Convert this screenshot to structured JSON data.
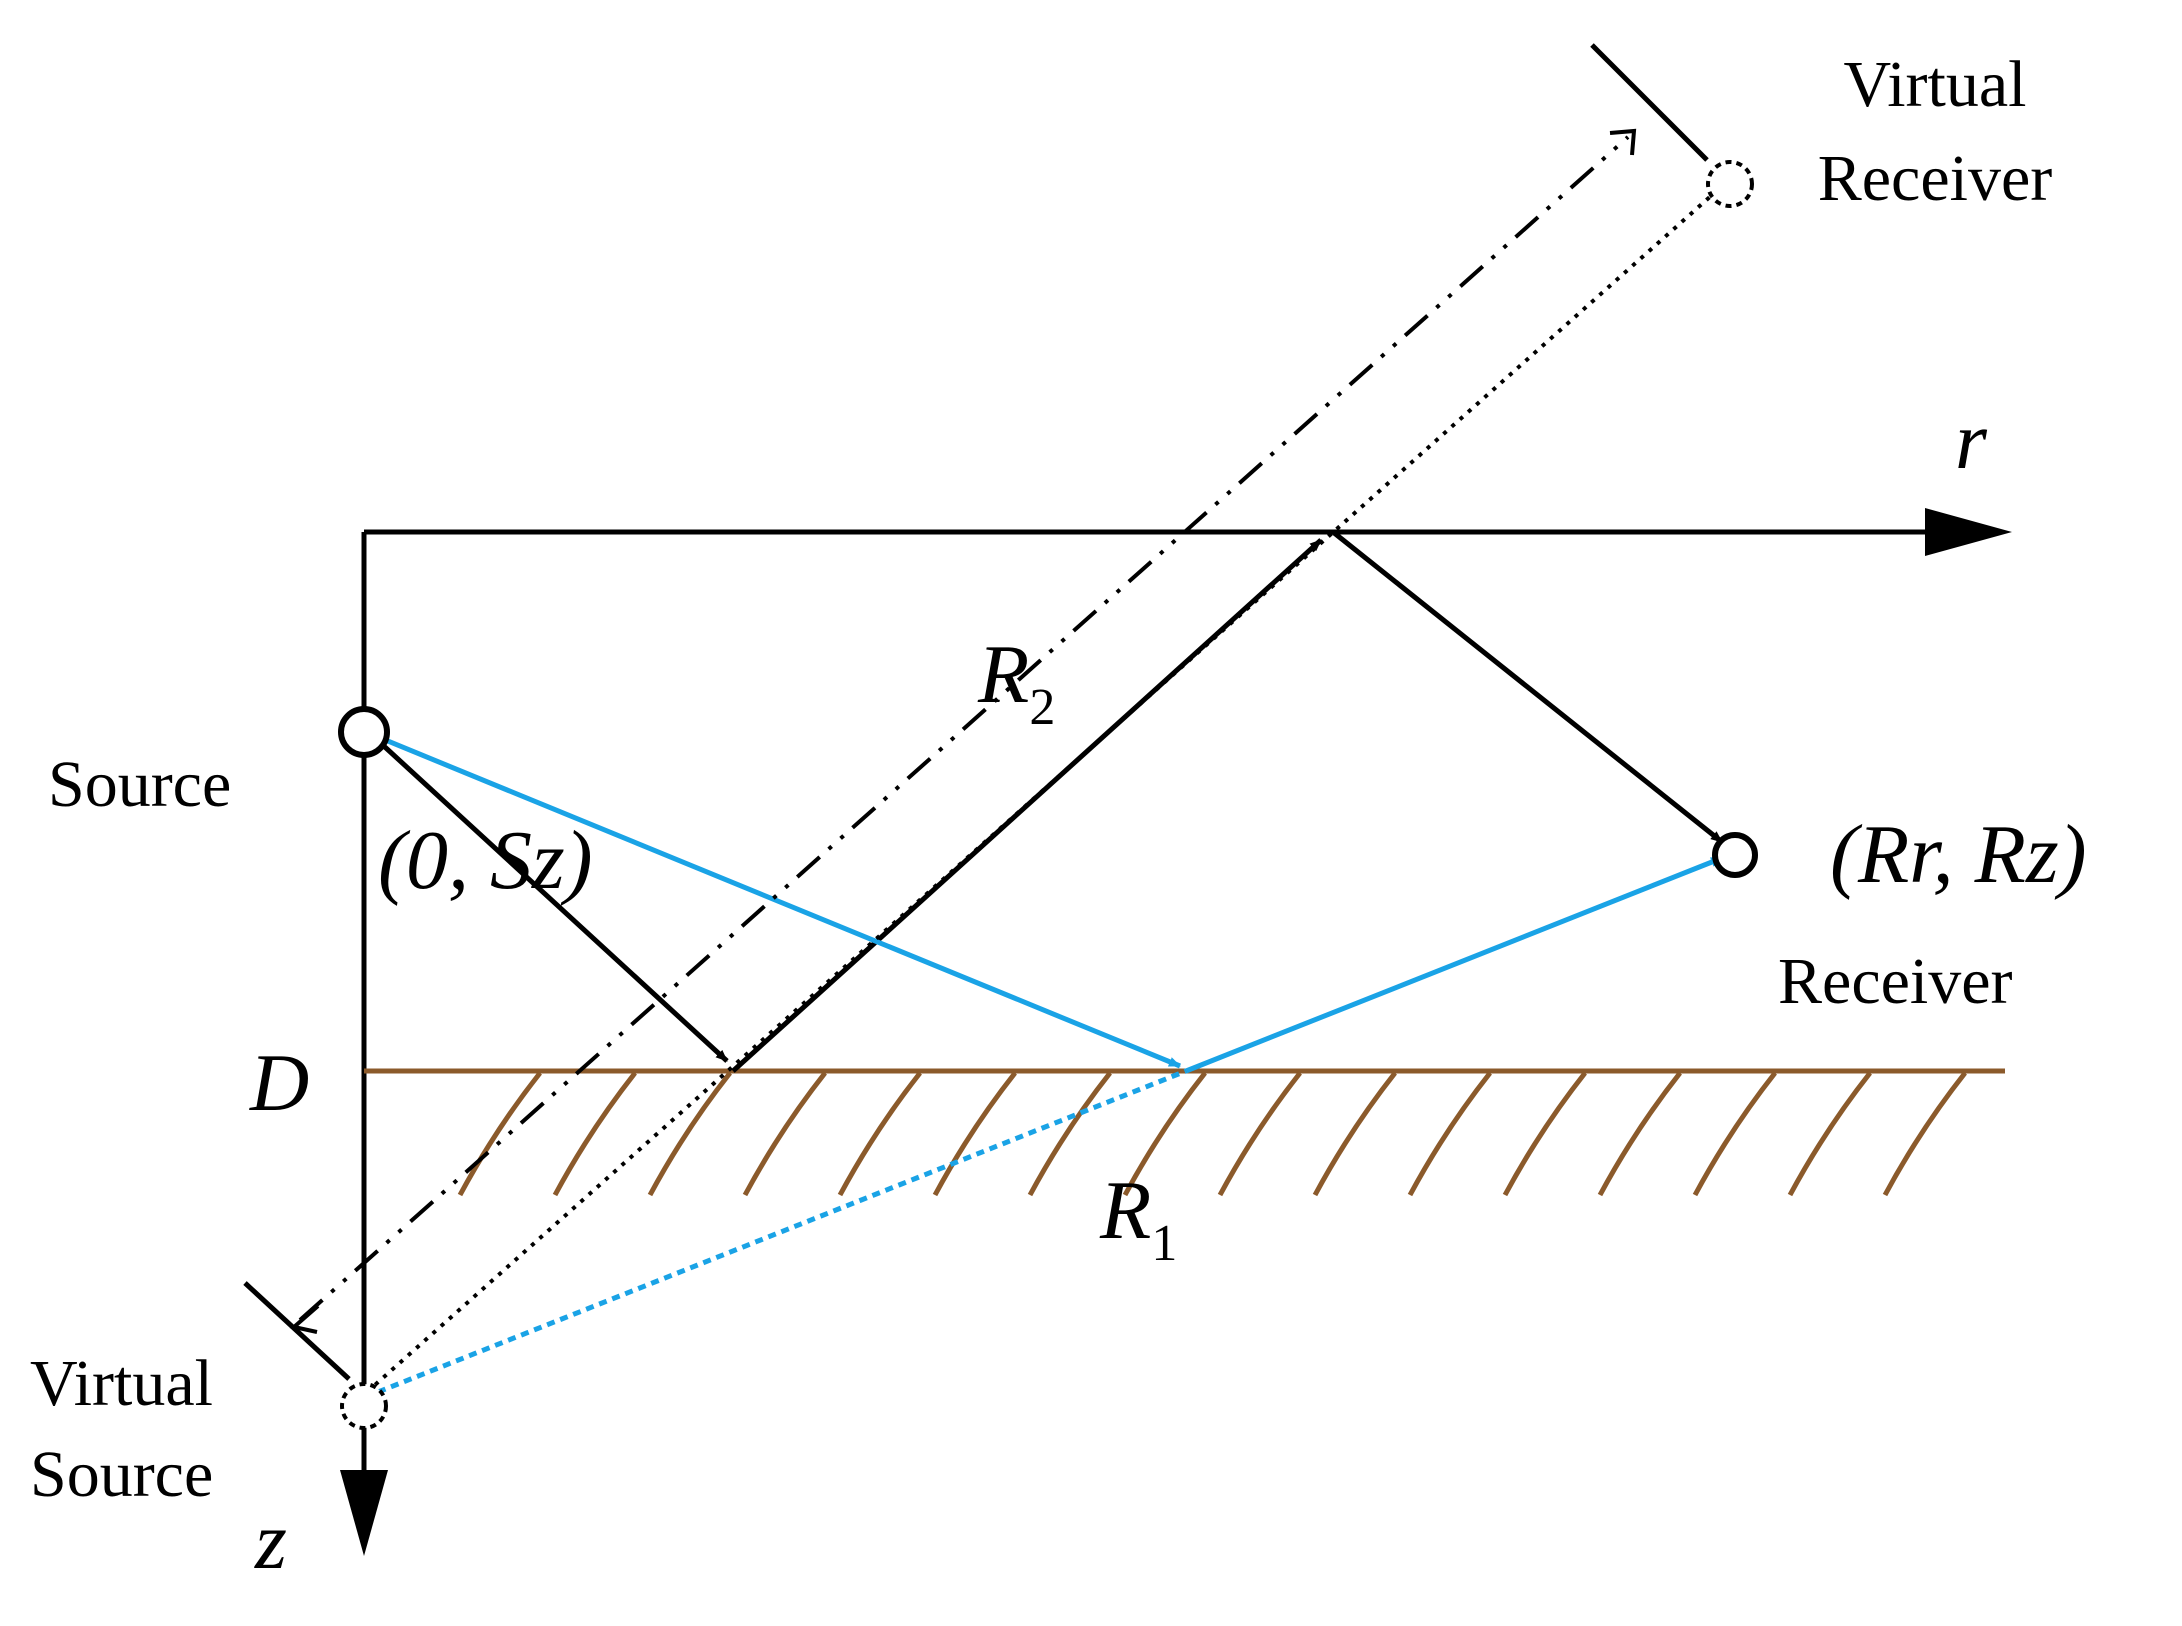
{
  "labels": {
    "virtual_receiver_line1": "Virtual",
    "virtual_receiver_line2": "Receiver",
    "source": "Source",
    "source_coord": "(0, Sz)",
    "receiver": "Receiver",
    "receiver_coord": "(Rr, Rz)",
    "virtual_source_line1": "Virtual",
    "virtual_source_line2": "Source",
    "axis_r": "r",
    "axis_z": "z",
    "depth": "D",
    "path_r1_letter": "R",
    "path_r1_sub": "1",
    "path_r2_letter": "R",
    "path_r2_sub": "2"
  },
  "colors": {
    "ink": "#000000",
    "blue_path": "#1aa3e6",
    "seabed": "#8b5a2b",
    "background": "#ffffff"
  }
}
